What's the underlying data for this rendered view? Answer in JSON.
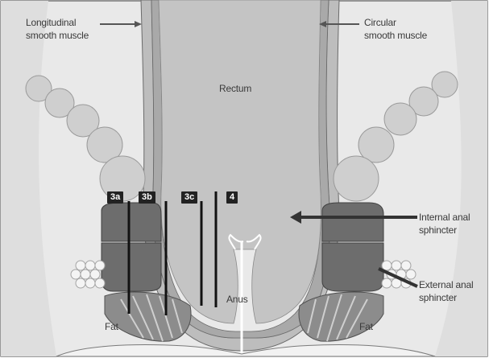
{
  "labels": {
    "longitudinal": [
      "Longitudinal",
      "smooth muscle"
    ],
    "circular": [
      "Circular",
      "smooth muscle"
    ],
    "rectum": "Rectum",
    "internal": [
      "Internal anal",
      "sphincter"
    ],
    "external": [
      "External anal",
      "sphincter"
    ],
    "anus": "Anus",
    "fat_left": "Fat",
    "fat_right": "Fat"
  },
  "grades": [
    "3a",
    "3b",
    "3c",
    "4"
  ],
  "colors": {
    "background": "#e9e9e9",
    "wall_dark": "#a9a9a9",
    "wall_light": "#cfcfcf",
    "lumen": "#c4c4c4",
    "sphincter_dark": "#6d6d6d",
    "puborectalis": "#c6c6c6",
    "tag_bg": "#222222",
    "tag_text": "#ffffff"
  }
}
